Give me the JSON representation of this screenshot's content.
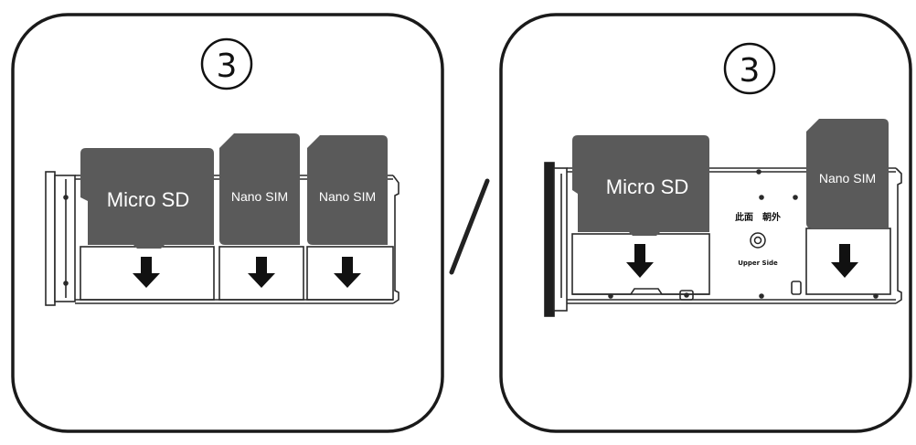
{
  "panel_left": {
    "step_number": "3",
    "cards": [
      {
        "label": "Micro SD"
      },
      {
        "label": "Nano SIM"
      },
      {
        "label": "Nano SIM"
      }
    ]
  },
  "separator": "/",
  "panel_right": {
    "step_number": "3",
    "cards": [
      {
        "label": "Micro SD"
      },
      {
        "label": "Nano SIM"
      }
    ],
    "tray_text_cjk": "此面　朝外",
    "tray_text_upper": "Upper Side"
  },
  "colors": {
    "card_fill": "#5a5a5a",
    "line": "#1a1a1a",
    "background": "#ffffff"
  },
  "icons": [
    "down-arrow-icon",
    "circled-number-icon"
  ]
}
